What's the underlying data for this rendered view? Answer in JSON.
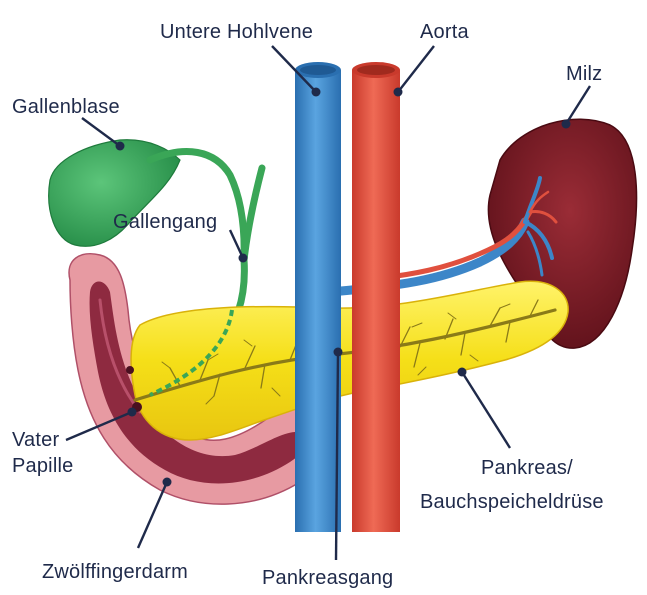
{
  "labels": {
    "inferior_vena_cava": "Untere Hohlvene",
    "aorta": "Aorta",
    "spleen": "Milz",
    "gallbladder": "Gallenblase",
    "bile_duct": "Gallengang",
    "papilla_line1": "Vater",
    "papilla_line2": "Papille",
    "pancreas_line1": "Pankreas/",
    "pancreas_line2": "Bauchspeicheldrüse",
    "duodenum": "Zwölffingerdarm",
    "pancreatic_duct": "Pankreasgang"
  },
  "colors": {
    "vena": "#3c86c8",
    "aorta": "#e0503e",
    "spleen": "#7a1a24",
    "gallbladder": "#3aa657",
    "pancreas": "#f6e21a",
    "duodenum_outer": "#e79aa2",
    "duodenum_inner": "#8e2a40",
    "leader": "#1f2a4a"
  }
}
